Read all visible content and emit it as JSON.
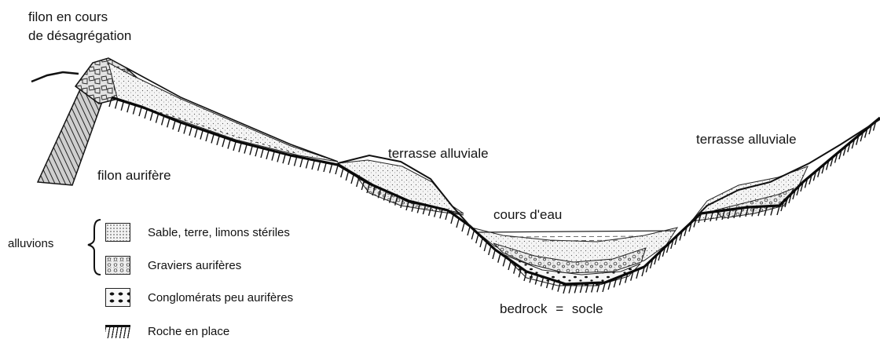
{
  "labels": {
    "filon_cours": "filon en cours",
    "desagregation": "de désagrégation",
    "filon_aurifere": "filon aurifère",
    "terrasse_left": "terrasse alluviale",
    "terrasse_right": "terrasse alluviale",
    "cours_eau": "cours d'eau",
    "bedrock": "bedrock",
    "equals": "=",
    "socle": "socle"
  },
  "legend": {
    "group_label": "alluvions",
    "items": [
      {
        "pattern": "sand",
        "label": "Sable, terre, limons stériles"
      },
      {
        "pattern": "gravel",
        "label": "Graviers aurifères"
      },
      {
        "pattern": "conglomerate",
        "label": "Conglomérats peu aurifères"
      },
      {
        "pattern": "rock",
        "label": "Roche en place"
      }
    ]
  },
  "colors": {
    "ink": "#151515",
    "paper": "#ffffff"
  }
}
